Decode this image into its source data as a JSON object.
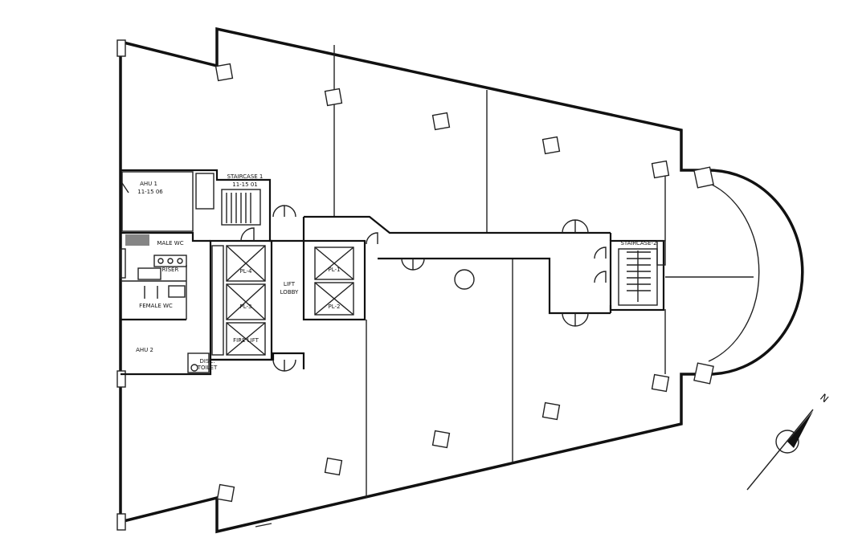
{
  "rooms": {
    "ahu1": [
      "AHU 1",
      "11-15 06"
    ],
    "staircase1": [
      "STAIRCASE 1",
      "11-15 01"
    ],
    "male_wc": "MALE WC",
    "female_wc": "FEMALE WC",
    "ahu2": "AHU 2",
    "disabled_toilet": [
      "DISC.",
      "TOILET"
    ],
    "lift_lobby": [
      "LIFT",
      "LOBBY"
    ],
    "staircase2": "STAIRCASE-2",
    "riser": "RISER"
  },
  "lifts": {
    "pl4": "PL-4",
    "pl3": "PL-3",
    "fire_lift": "FIRE LIFT",
    "pl1": "PL-1",
    "pl2": "PL-2"
  },
  "north_arrow": {
    "label": "N"
  },
  "colors": {
    "line": "#111111",
    "background": "#ffffff"
  }
}
